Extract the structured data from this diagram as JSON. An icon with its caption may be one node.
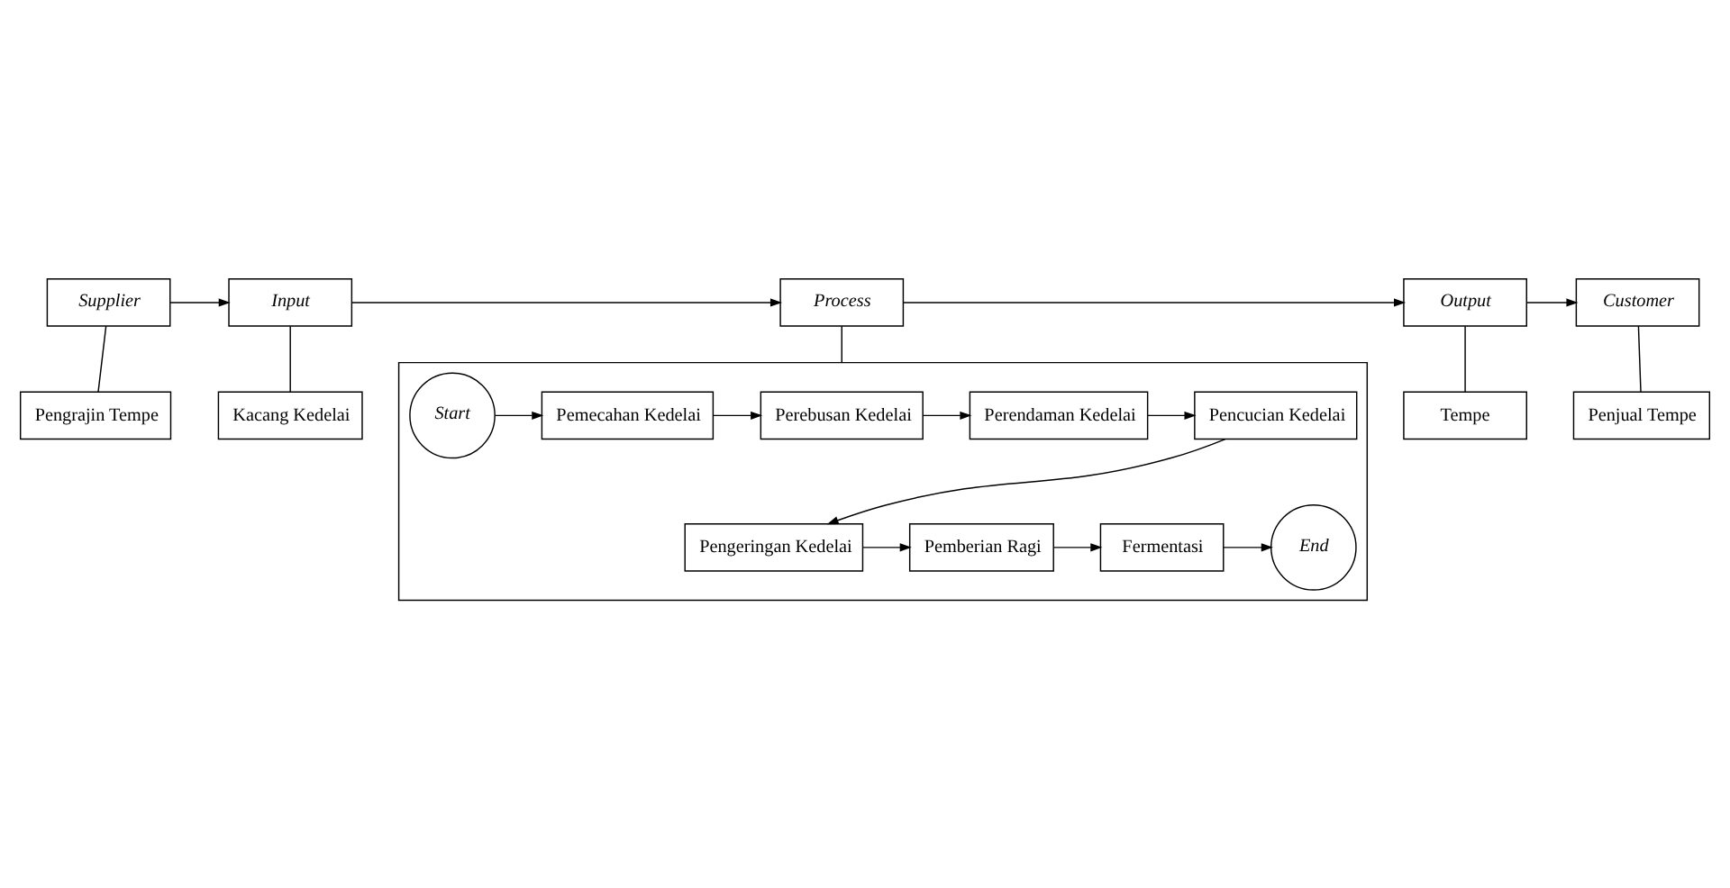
{
  "diagram": {
    "nodes": [
      {
        "text": [
          "Supplier"
        ]
      },
      {
        "text": [
          "Input"
        ]
      },
      {
        "text": [
          "Process"
        ]
      },
      {
        "text": [
          "Output"
        ]
      },
      {
        "text": [
          "Customer"
        ]
      },
      {
        "text": [
          "Pengrajin Tempe"
        ]
      },
      {
        "text": [
          "Kacang Kedelai"
        ]
      },
      {
        "text": [
          "Tempe"
        ]
      },
      {
        "text": [
          "Penjual Tempe"
        ]
      },
      {
        "text": [],
        "shape": "box"
      },
      {
        "text": [
          "Start"
        ],
        "in": 9
      },
      {
        "text": [
          "Pemecahan Kedelai"
        ],
        "in": 9
      },
      {
        "text": [
          "Perebusan Kedelai"
        ],
        "in": 9
      },
      {
        "text": [
          "Perendaman Kedelai"
        ],
        "in": 9
      },
      {
        "text": [
          "Pencucian Kedelai"
        ],
        "in": 9
      },
      {
        "text": [
          "Pengeringan Kedelai"
        ],
        "in": 9
      },
      {
        "text": [
          "Pemberian Ragi"
        ],
        "in": 9
      },
      {
        "text": [
          "Fermentasi"
        ],
        "in": 9
      },
      {
        "text": [
          "End"
        ],
        "in": 9
      }
    ],
    "edges": [
      {
        "from": 0,
        "to": 1,
        "arrow": "to"
      },
      {
        "from": 1,
        "to": 2,
        "arrow": "to"
      },
      {
        "from": 2,
        "to": 3,
        "arrow": "to"
      },
      {
        "from": 3,
        "to": 4,
        "arrow": "to"
      },
      {
        "from": 0,
        "to": 5,
        "arrow": "none"
      },
      {
        "from": 1,
        "to": 6,
        "arrow": "none"
      },
      {
        "from": 3,
        "to": 7,
        "arrow": "none"
      },
      {
        "from": 4,
        "to": 8,
        "arrow": "none"
      },
      {
        "from": 2,
        "to": 9,
        "arrow": "none"
      },
      {
        "from": 10,
        "to": 11,
        "arrow": "to"
      },
      {
        "from": 11,
        "to": 12,
        "arrow": "to"
      },
      {
        "from": 12,
        "to": 13,
        "arrow": "to"
      },
      {
        "from": 13,
        "to": 14,
        "arrow": "to"
      },
      {
        "from": 14,
        "to": 15,
        "arrow": "to"
      },
      {
        "from": 15,
        "to": 16,
        "arrow": "to"
      },
      {
        "from": 16,
        "to": 17,
        "arrow": "to"
      },
      {
        "from": 17,
        "to": 18,
        "arrow": "to"
      }
    ]
  }
}
